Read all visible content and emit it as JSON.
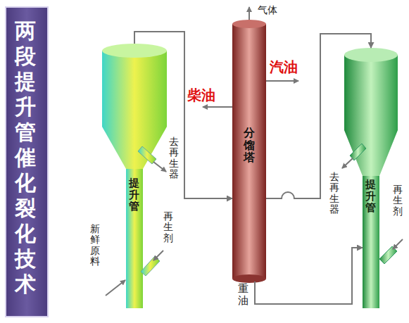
{
  "diagram": {
    "title": "两段提升管催化裂化技术",
    "nodes": [
      {
        "text": [
          "提升管"
        ]
      },
      {
        "text": [
          "分馏塔"
        ]
      },
      {
        "text": [
          "提升管"
        ]
      }
    ],
    "edges": [
      {
        "from": 0,
        "to": 1,
        "arrow": "to"
      },
      {
        "from": 1,
        "to": 2,
        "label": "重油",
        "arrow": "to"
      },
      {
        "from": 1,
        "to": 2,
        "arrow": "to"
      }
    ],
    "labels": [
      "气体",
      "汽油",
      "柴油",
      "去再生器",
      "新鲜原料",
      "再生剂",
      "去再生器",
      "再生剂"
    ]
  }
}
